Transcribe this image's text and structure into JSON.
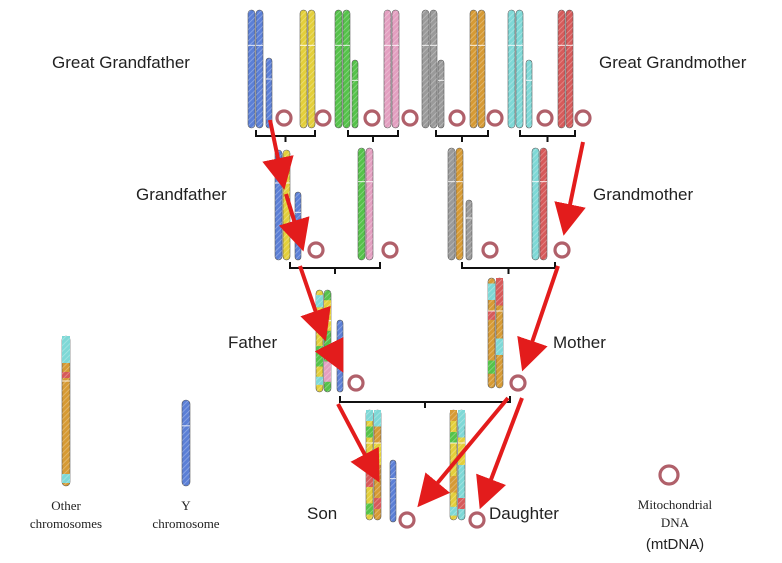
{
  "labels": {
    "great_grandfather": "Great Grandfather",
    "great_grandmother": "Great Grandmother",
    "grandfather": "Grandfather",
    "grandmother": "Grandmother",
    "father": "Father",
    "mother": "Mother",
    "son": "Son",
    "daughter": "Daughter"
  },
  "legend": {
    "other_line1": "Other",
    "other_line2": "chromosomes",
    "y_line1": "Y",
    "y_line2": "chromosome",
    "mt_line1": "Mitochondrial",
    "mt_line2": "DNA",
    "mt_line3": "(mtDNA)"
  },
  "colors": {
    "arrow": "#e31c1c",
    "y_chromosome": "#5b7fd6",
    "mtdna": "#b0606a",
    "bracket": "#111111",
    "great_grandfather_chromosomes": [
      "#5b7fd6",
      "#e3cf3a",
      "#55c24a",
      "#e39fc0"
    ],
    "great_grandmother_chromosomes": [
      "#9a9a9a",
      "#d69a34",
      "#7ed8d6",
      "#d65a5a"
    ]
  },
  "icons": [
    "mtdna-ring-icon",
    "arrow-icon",
    "chromosome-icon"
  ]
}
